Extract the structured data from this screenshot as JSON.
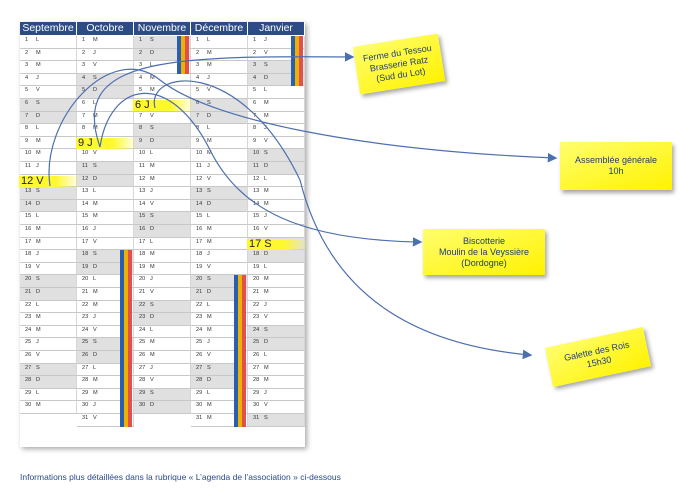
{
  "calendar": {
    "months": [
      {
        "name": "Septembre",
        "days": 30,
        "start": 1
      },
      {
        "name": "Octobre",
        "days": 31,
        "start": 3
      },
      {
        "name": "Novembre",
        "days": 30,
        "start": 6
      },
      {
        "name": "Décembre",
        "days": 31,
        "start": 1
      },
      {
        "name": "Janvier",
        "days": 31,
        "start": 4
      }
    ],
    "day_letters": [
      "L",
      "M",
      "M",
      "J",
      "V",
      "S",
      "D"
    ],
    "highlights": [
      {
        "month": 0,
        "day": 12,
        "label": "12 V"
      },
      {
        "month": 1,
        "day": 9,
        "label": "9 J"
      },
      {
        "month": 2,
        "day": 6,
        "label": "6 J"
      },
      {
        "month": 4,
        "day": 17,
        "label": "17 S"
      }
    ],
    "holidays": [
      {
        "month": 1,
        "from": 18,
        "to": 31
      },
      {
        "month": 2,
        "from": 1,
        "to": 3
      },
      {
        "month": 3,
        "from": 20,
        "to": 31
      },
      {
        "month": 4,
        "from": 1,
        "to": 4
      }
    ],
    "holiday_colors": [
      "#2a5fae",
      "#f0b000",
      "#e05050"
    ]
  },
  "notes": [
    {
      "id": "note-ferme",
      "lines": [
        "Ferme du Tessou",
        "Brasserie Ratz",
        "(Sud du Lot)"
      ]
    },
    {
      "id": "note-assemblee",
      "lines": [
        "Assemblée générale",
        "10h"
      ]
    },
    {
      "id": "note-biscotterie",
      "lines": [
        "Biscotterie",
        "Moulin de la Veyssière",
        "(Dordogne)"
      ]
    },
    {
      "id": "note-galette",
      "lines": [
        "Galette des Rois",
        "15h30"
      ]
    }
  ],
  "footer": "Informations plus détaillées dans la rubrique « L’agenda de l’association » ci-dessous"
}
